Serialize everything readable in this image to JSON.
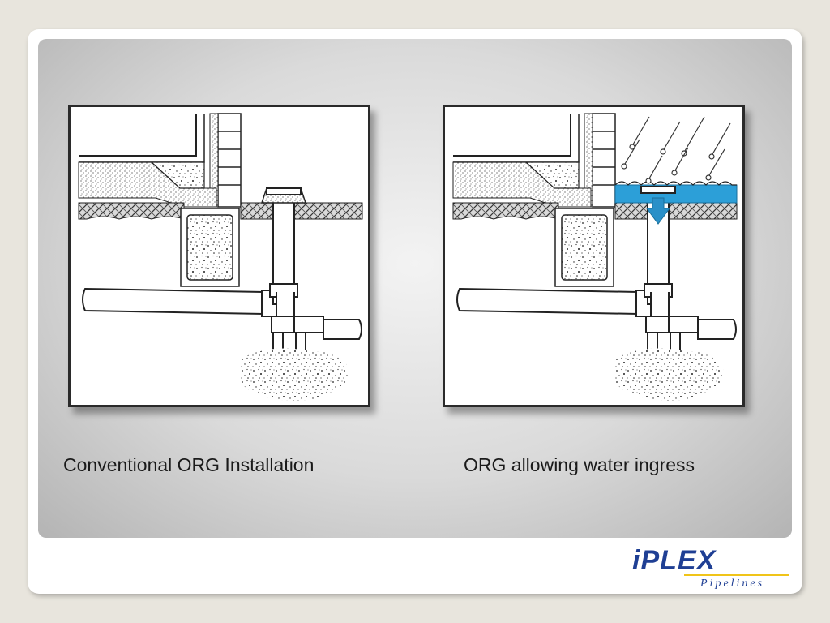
{
  "captions": {
    "left": "Conventional ORG Installation",
    "right": "ORG allowing water ingress"
  },
  "logo": {
    "brand": "iPLEX",
    "tagline": "Pipelines"
  },
  "colors": {
    "water": "#2c9fd8",
    "arrow": "#2a90c8",
    "brand": "#1f3f94",
    "brand_accent": "#f0c419"
  },
  "icons": {
    "rain": "rain-drops-icon",
    "arrow": "down-arrow-icon"
  }
}
